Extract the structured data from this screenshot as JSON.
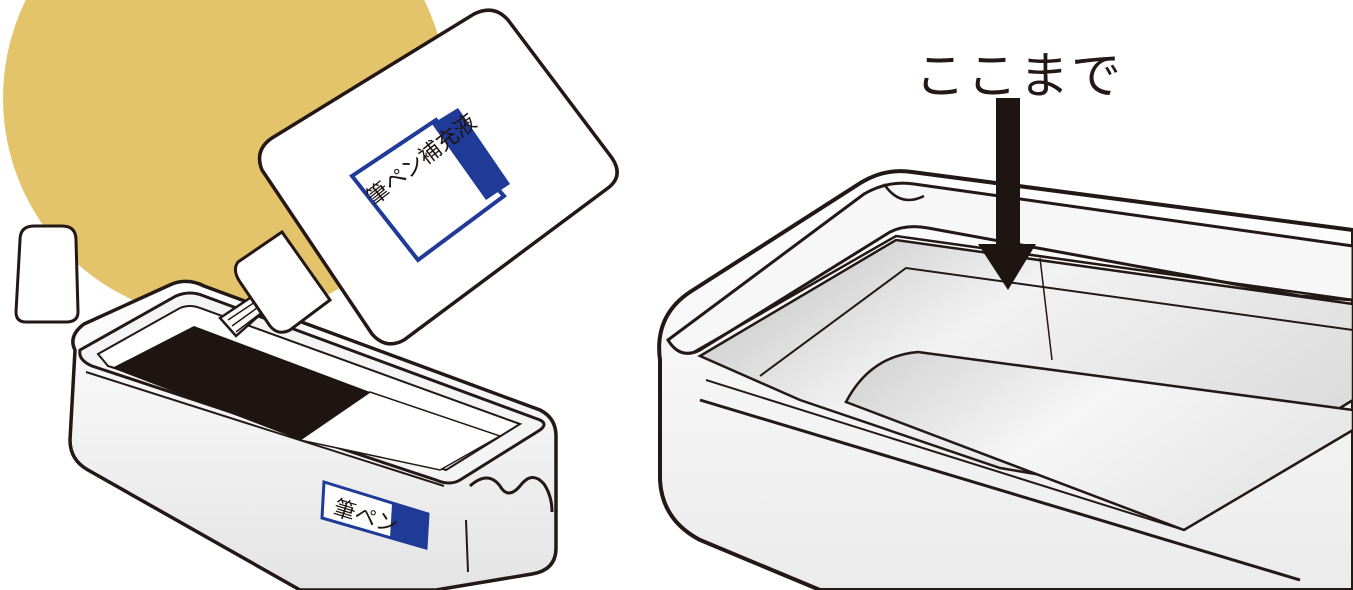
{
  "colors": {
    "mustard_circle": "#E3C46A",
    "outline": "#231815",
    "ink": "#1E1512",
    "label_blue": "#1F3A97",
    "white": "#FFFFFF"
  },
  "left_panel": {
    "bottle_label_text": "筆ペン補充液",
    "case_label_text": "筆ペン"
  },
  "right_panel": {
    "caption": "ここまで"
  }
}
